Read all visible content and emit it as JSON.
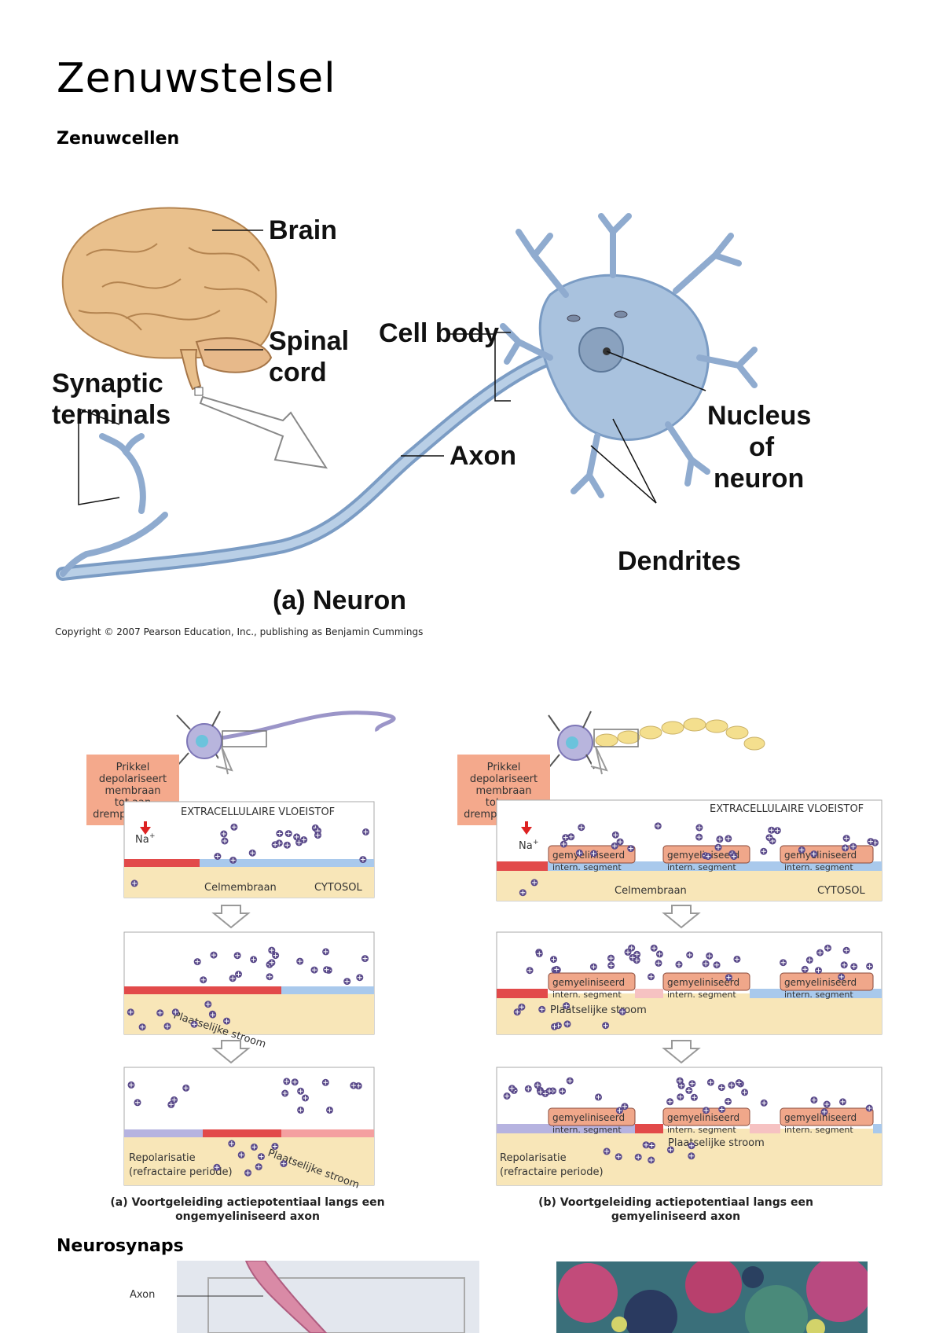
{
  "page": {
    "title": "Zenuwstelsel",
    "section1": "Zenuwcellen",
    "section2": "Neurosynaps"
  },
  "neuron_figure": {
    "labels": {
      "brain": "Brain",
      "spinal_cord_1": "Spinal",
      "spinal_cord_2": "cord",
      "synaptic_1": "Synaptic",
      "synaptic_2": "terminals",
      "cell_body": "Cell body",
      "nucleus_1": "Nucleus",
      "nucleus_2": "of",
      "nucleus_3": "neuron",
      "axon": "Axon",
      "dendrites": "Dendrites"
    },
    "caption": "(a) Neuron",
    "copyright": "Copyright © 2007 Pearson Education, Inc., publishing as Benjamin Cummings"
  },
  "conduction_figure": {
    "stimulus": [
      "Prikkel",
      "depolariseert",
      "membraan",
      "tot aan",
      "drempelwaarde"
    ],
    "extracellular": "EXTRACELLULAIRE VLOEISTOF",
    "na": "Na",
    "na_sup": "+",
    "membrane": "Celmembraan",
    "cytosol": "CYTOSOL",
    "local_current": "Plaatselijke stroom",
    "repol_1": "Repolarisatie",
    "repol_2": "(refractaire periode)",
    "myelin_1": "gemyeliniseerd",
    "myelin_2": "intern. segment",
    "caption_a_1": "(a) Voortgeleiding actiepotentiaal langs een",
    "caption_a_2": "ongemyeliniseerd axon",
    "caption_b_1": "(b) Voortgeleiding actiepotentiaal langs een",
    "caption_b_2": "gemyeliniseerd axon"
  },
  "synapse_figure": {
    "axon_label": "Axon"
  },
  "colors": {
    "neuron_fill": "#a9c2de",
    "brain_fill": "#e9c08c",
    "stimulus_box": "#f4a98c",
    "cytosol_fill": "#f8e6b8",
    "depolarized": "#e24a4a",
    "resting": "#a9c9ec",
    "myelin_fill": "#f0a78a",
    "ion_fill": "#5a4a8a"
  }
}
